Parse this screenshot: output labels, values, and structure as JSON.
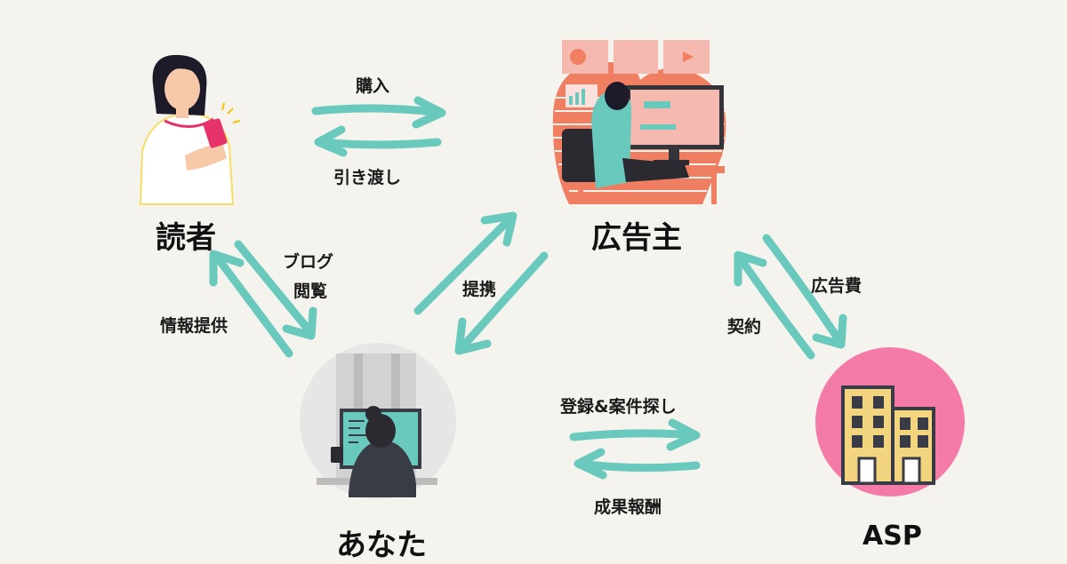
{
  "colors": {
    "background": "#f5f3ee",
    "arrow": "#6ac9bd",
    "asp_circle": "#f47aa8",
    "building": "#f2d57e",
    "advertiser_bg": "#f07f62"
  },
  "nodes": {
    "reader": {
      "label": "読者",
      "icon": "woman-with-phone-icon"
    },
    "advertiser": {
      "label": "広告主",
      "icon": "woman-at-computer-icon"
    },
    "you": {
      "label": "あなた",
      "icon": "blogger-at-desk-icon"
    },
    "asp": {
      "label": "ASP",
      "icon": "office-building-icon"
    }
  },
  "edges": {
    "purchase": "購入",
    "delivery": "引き渡し",
    "blog_read_1": "ブログ",
    "blog_read_2": "閲覧",
    "info": "情報提供",
    "partnership": "提携",
    "ad_fee": "広告費",
    "contract": "契約",
    "register": "登録&案件探し",
    "reward": "成果報酬"
  }
}
